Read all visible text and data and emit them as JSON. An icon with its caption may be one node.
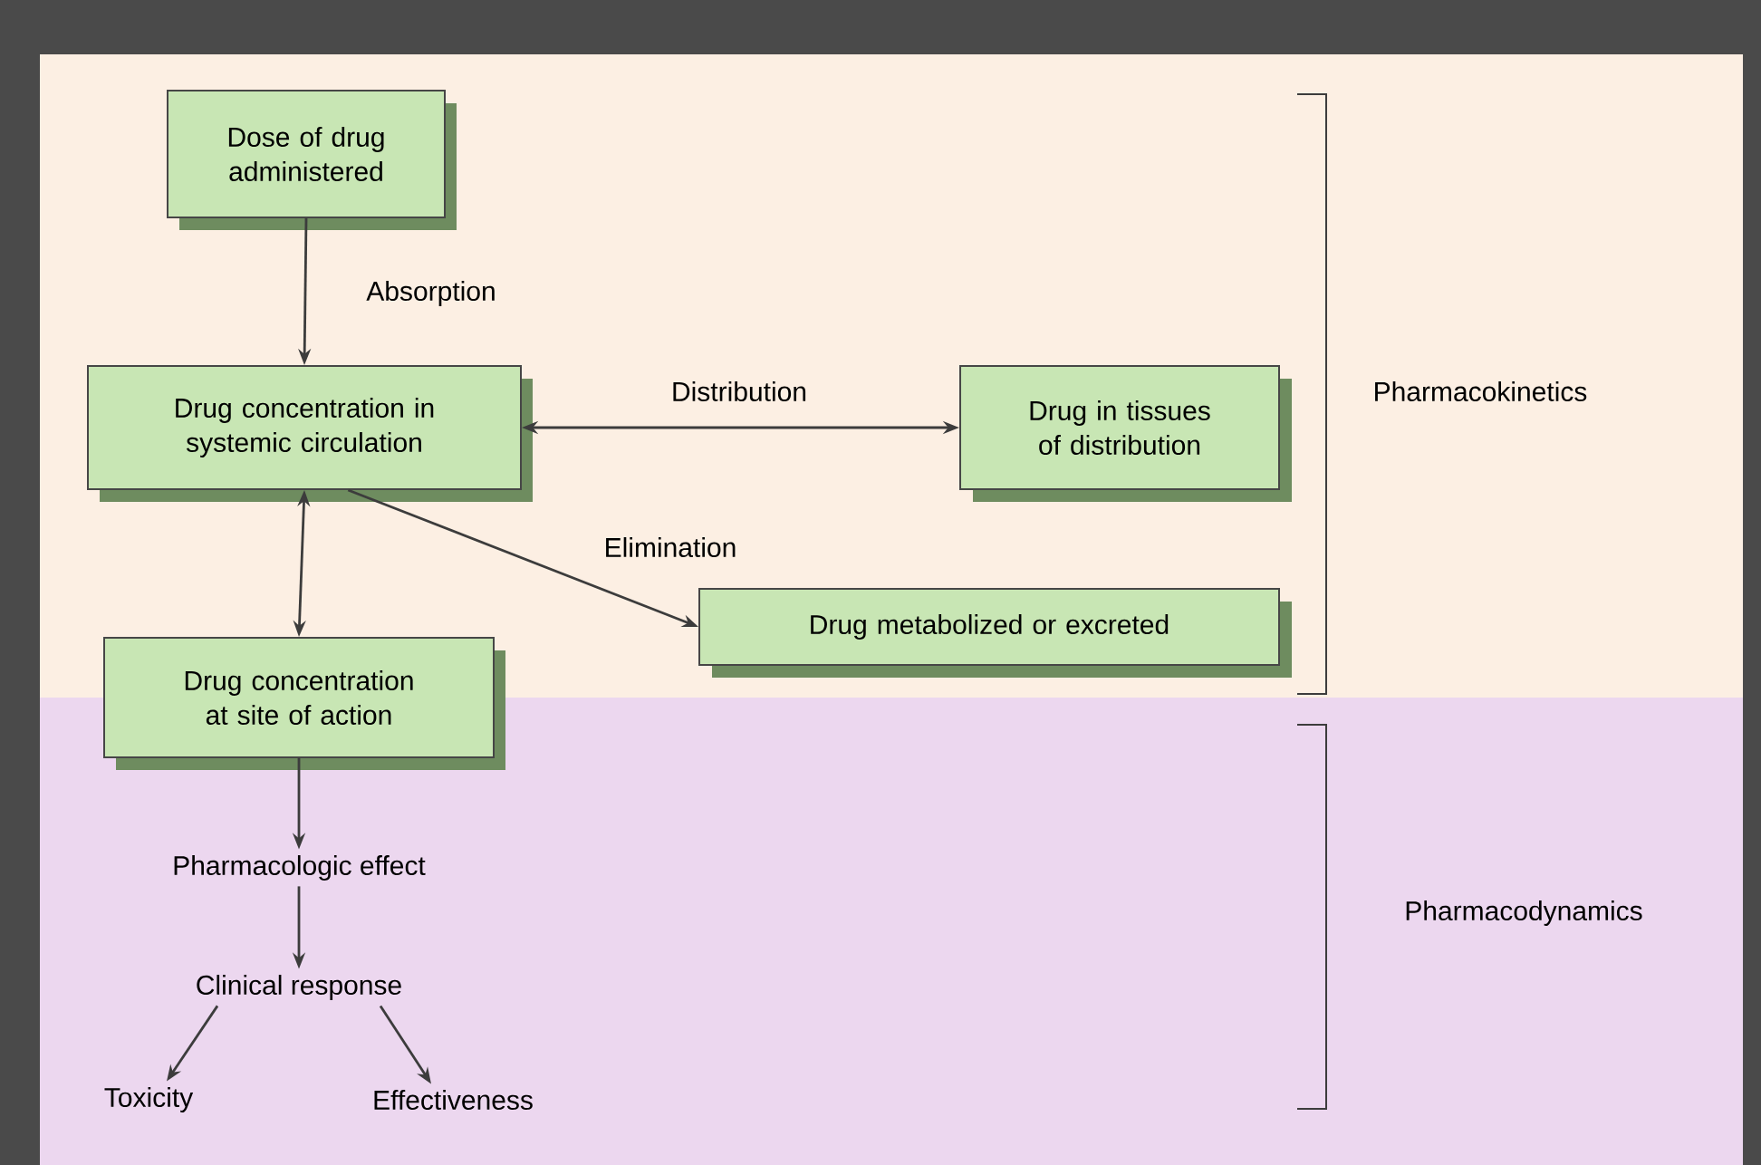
{
  "diagram": {
    "nodes": [
      {
        "text": [
          "Dose of drug administered"
        ]
      },
      {
        "text": [
          "Drug concentration in systemic circulation"
        ]
      },
      {
        "text": [
          "Drug in tissues of distribution"
        ]
      },
      {
        "text": [
          "Drug metabolized or excreted"
        ]
      },
      {
        "text": [
          "Drug concentration at site of action"
        ]
      },
      {
        "text": [
          "Pharmacologic effect"
        ]
      },
      {
        "text": [
          "Clinical response"
        ]
      },
      {
        "text": [
          "Toxicity"
        ]
      },
      {
        "text": [
          "Effectiveness"
        ]
      }
    ],
    "edges": [
      {
        "from": 0,
        "to": 1,
        "arrow": "to",
        "label": "Absorption"
      },
      {
        "from": 1,
        "to": 2,
        "arrow": "both",
        "label": "Distribution"
      },
      {
        "from": 1,
        "to": 3,
        "arrow": "to",
        "label": "Elimination"
      },
      {
        "from": 1,
        "to": 4,
        "arrow": "both"
      },
      {
        "from": 4,
        "to": 5,
        "arrow": "to"
      },
      {
        "from": 5,
        "to": 6,
        "arrow": "to"
      },
      {
        "from": 6,
        "to": 7,
        "arrow": "to"
      },
      {
        "from": 6,
        "to": 8,
        "arrow": "to"
      }
    ],
    "labels": [
      "Pharmacokinetics",
      "Pharmacodynamics"
    ]
  }
}
